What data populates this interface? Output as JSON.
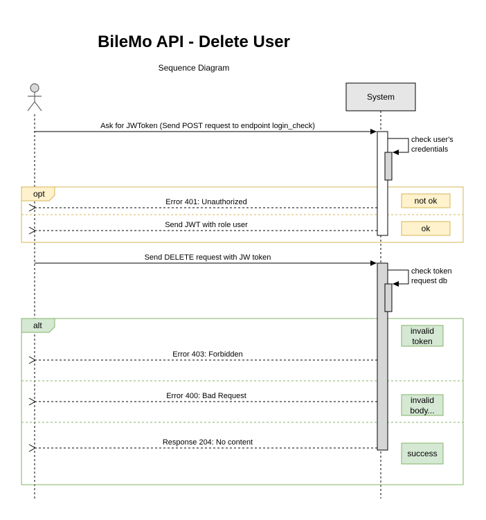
{
  "title": "BileMo API - Delete User",
  "subtitle": "Sequence Diagram",
  "system_label": "System",
  "messages": {
    "ask_token": "Ask for JWToken (Send POST request to endpoint login_check)",
    "self_check_credentials": [
      "check user's",
      "credentials"
    ],
    "error_401": "Error 401: Unauthorized",
    "send_jwt": "Send JWT with role user",
    "send_delete": "Send DELETE request with JW token",
    "self_check_token": [
      "check token",
      "request db"
    ],
    "error_403": "Error 403: Forbidden",
    "error_400": "Error 400:  Bad Request",
    "response_204": "Response 204: No content"
  },
  "fragments": {
    "opt_label": "opt",
    "alt_label": "alt"
  },
  "notes": {
    "not_ok": "not ok",
    "ok": "ok",
    "invalid_token": [
      "invalid",
      "token"
    ],
    "invalid_body": [
      "invalid",
      "body..."
    ],
    "success": "success"
  },
  "colors": {
    "opt_border": "#d6b656",
    "opt_fill": "#fff2cc",
    "alt_border": "#82b366",
    "alt_fill": "#d5e8d4",
    "system_fill": "#e6e6e6",
    "activation_fill": "#d6d6d6"
  }
}
